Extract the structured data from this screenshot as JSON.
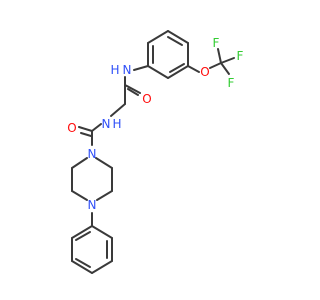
{
  "molecule": {
    "atoms": [
      {
        "id": "f1",
        "label": "F",
        "color": "#33cc33"
      },
      {
        "id": "f2",
        "label": "F",
        "color": "#33cc33"
      },
      {
        "id": "f3",
        "label": "F",
        "color": "#33cc33"
      },
      {
        "id": "o_ether",
        "label": "O",
        "color": "#ff0d0d"
      },
      {
        "id": "nh",
        "label": "N",
        "color": "#3050f8"
      },
      {
        "id": "h_nh",
        "label": "H",
        "color": "#3050f8"
      },
      {
        "id": "o_amide1",
        "label": "O",
        "color": "#ff0d0d"
      },
      {
        "id": "nh2",
        "label": "N",
        "color": "#3050f8"
      },
      {
        "id": "h_nh2",
        "label": "H",
        "color": "#3050f8"
      },
      {
        "id": "o_amide2",
        "label": "O",
        "color": "#ff0d0d"
      },
      {
        "id": "n_pip1",
        "label": "N",
        "color": "#3050f8"
      },
      {
        "id": "n_pip2",
        "label": "N",
        "color": "#3050f8"
      }
    ]
  }
}
